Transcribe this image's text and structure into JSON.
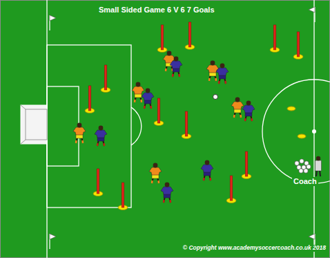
{
  "diagram": {
    "title": "Small Sided Game 6 V 6 7 Goals",
    "labels": [
      "Coach",
      "© Copyright www.academysoccercoach.co.uk 2018"
    ]
  }
}
